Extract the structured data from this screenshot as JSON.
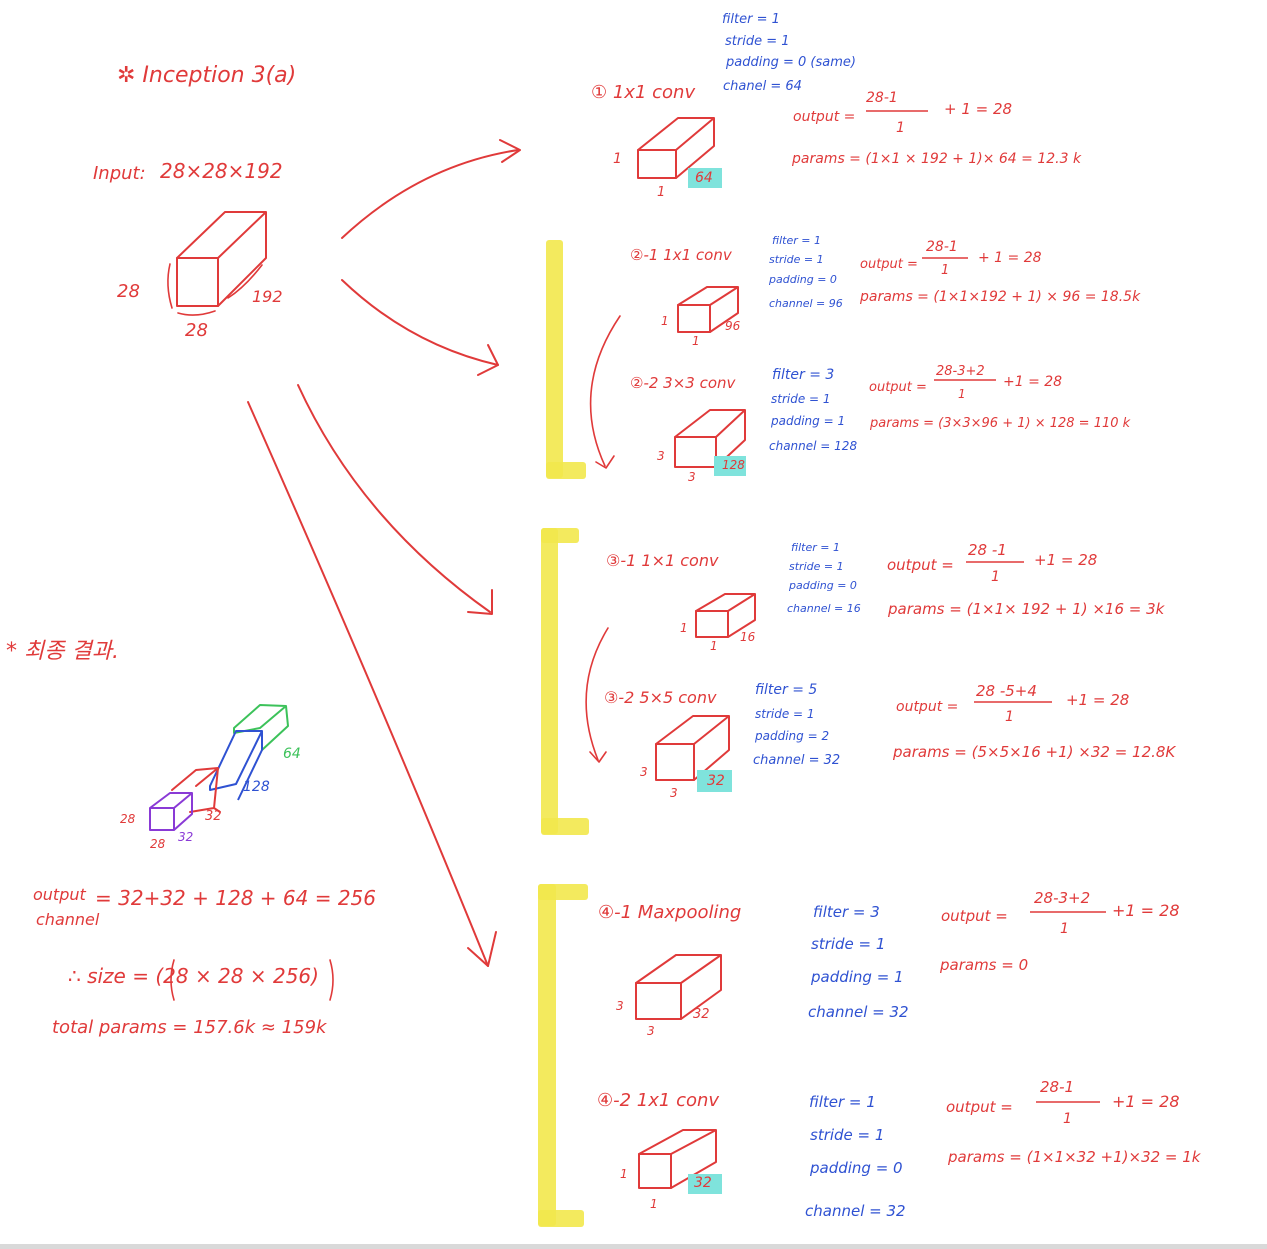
{
  "colors": {
    "red": "#e03a3a",
    "blue": "#2f52d2",
    "yellow": "#f2e84c",
    "teal": "#7fe3dc",
    "green": "#3cc25a",
    "purple": "#8a3ad6"
  },
  "header": {
    "title": "✲ Inception 3(a)"
  },
  "input": {
    "label": "Input:",
    "dims": "28×28×192",
    "h": "28",
    "w": "28",
    "d": "192"
  },
  "branch1": {
    "label": "① 1x1 conv",
    "filter": "filter = 1",
    "stride": "stride = 1",
    "padding": "padding = 0 (same)",
    "channel": "chanel = 64",
    "output_label": "output =",
    "output_num": "28-1",
    "output_den": "1",
    "output_rest": "+ 1 = 28",
    "params": "params = (1×1 × 192 + 1)× 64 = 12.3 k",
    "cube_h": "1",
    "cube_w": "1",
    "cube_d": "64"
  },
  "branch2_1": {
    "label": "②-1  1x1 conv",
    "filter": "filter = 1",
    "stride": "stride = 1",
    "padding": "padding = 0",
    "channel": "channel = 96",
    "output_label": "output =",
    "output_num": "28-1",
    "output_den": "1",
    "output_rest": "+ 1 = 28",
    "params": "params = (1×1×192 + 1) × 96 = 18.5k",
    "cube_h": "1",
    "cube_w": "1",
    "cube_d": "96"
  },
  "branch2_2": {
    "label": "②-2  3×3 conv",
    "filter": "filter = 3",
    "stride": "stride = 1",
    "padding": "padding = 1",
    "channel": "channel = 128",
    "output_label": "output =",
    "output_num": "28-3+2",
    "output_den": "1",
    "output_rest": "+1 = 28",
    "params": "params = (3×3×96 + 1) × 128 = 110 k",
    "cube_h": "3",
    "cube_w": "3",
    "cube_d": "128"
  },
  "branch3_1": {
    "label": "③-1  1×1 conv",
    "filter": "filter = 1",
    "stride": "stride = 1",
    "padding": "padding = 0",
    "channel": "channel = 16",
    "output_label": "output =",
    "output_num": "28 -1",
    "output_den": "1",
    "output_rest": "+1 = 28",
    "params": "params = (1×1× 192 + 1) ×16 = 3k",
    "cube_h": "1",
    "cube_w": "1",
    "cube_d": "16"
  },
  "branch3_2": {
    "label": "③-2  5×5 conv",
    "filter": "filter = 5",
    "stride": "stride = 1",
    "padding": "padding = 2",
    "channel": "channel = 32",
    "output_label": "output =",
    "output_num": "28 -5+4",
    "output_den": "1",
    "output_rest": "+1 = 28",
    "params": "params = (5×5×16 +1) ×32 = 12.8K",
    "cube_h": "3",
    "cube_w": "3",
    "cube_d": "32"
  },
  "branch4_1": {
    "label": "④-1  Maxpooling",
    "filter": "filter = 3",
    "stride": "stride = 1",
    "padding": "padding = 1",
    "channel": "channel = 32",
    "output_label": "output =",
    "output_num": "28-3+2",
    "output_den": "1",
    "output_rest": "+1 = 28",
    "params": "params = 0",
    "cube_h": "3",
    "cube_w": "3",
    "cube_d": "32"
  },
  "branch4_2": {
    "label": "④-2  1x1 conv",
    "filter": "filter = 1",
    "stride": "stride = 1",
    "padding": "padding = 0",
    "channel": "channel = 32",
    "output_label": "output =",
    "output_num": "28-1",
    "output_den": "1",
    "output_rest": "+1 = 28",
    "params": "params = (1×1×32 +1)×32 = 1k",
    "cube_h": "1",
    "cube_w": "1",
    "cube_d": "32"
  },
  "result": {
    "title": "* 최종 결과.",
    "stack_h": "28",
    "stack_w": "28",
    "d_purple": "32",
    "d_red": "32",
    "d_blue": "128",
    "d_green": "64",
    "output_channel_label1": "output",
    "output_channel_label2": "channel",
    "output_channel_value": "= 32+32 + 128 + 64 = 256",
    "size": "∴ size = (28 × 28 × 256)",
    "total_params": "total params = 157.6k ≈ 159k"
  }
}
